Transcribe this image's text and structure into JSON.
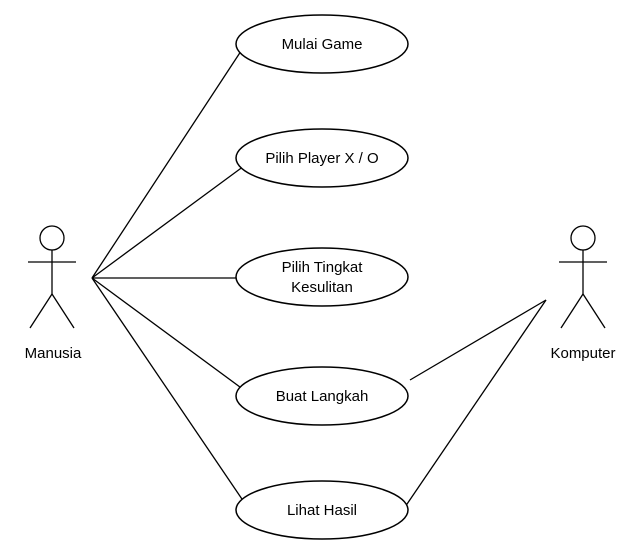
{
  "diagram": {
    "type": "use-case",
    "actors": [
      {
        "id": "manusia",
        "label": "Manusia"
      },
      {
        "id": "komputer",
        "label": "Komputer"
      }
    ],
    "use_cases": [
      {
        "id": "mulai-game",
        "lines": [
          "Mulai Game"
        ]
      },
      {
        "id": "pilih-player",
        "lines": [
          "Pilih Player X / O"
        ]
      },
      {
        "id": "pilih-tingkat-kesulitan",
        "lines": [
          "Pilih Tingkat",
          "Kesulitan"
        ]
      },
      {
        "id": "buat-langkah",
        "lines": [
          "Buat Langkah"
        ]
      },
      {
        "id": "lihat-hasil",
        "lines": [
          "Lihat Hasil"
        ]
      }
    ],
    "associations": [
      {
        "actor": "manusia",
        "use_case": "mulai-game"
      },
      {
        "actor": "manusia",
        "use_case": "pilih-player"
      },
      {
        "actor": "manusia",
        "use_case": "pilih-tingkat-kesulitan"
      },
      {
        "actor": "manusia",
        "use_case": "buat-langkah"
      },
      {
        "actor": "manusia",
        "use_case": "lihat-hasil"
      },
      {
        "actor": "komputer",
        "use_case": "buat-langkah"
      },
      {
        "actor": "komputer",
        "use_case": "lihat-hasil"
      }
    ]
  }
}
